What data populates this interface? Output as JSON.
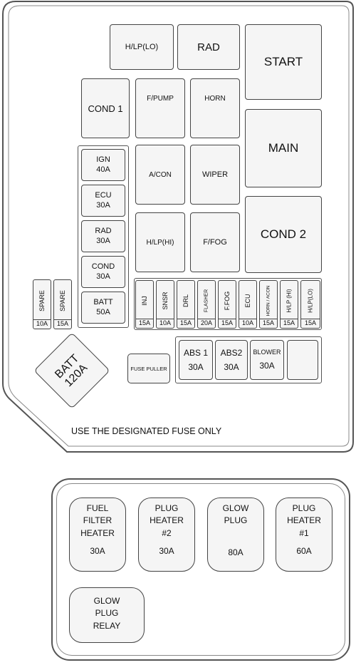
{
  "top_box": {
    "relays": {
      "hlp_lo": "H/LP(LO)",
      "rad": "RAD",
      "start": "START",
      "cond1": "COND 1",
      "fpump": "F/PUMP",
      "horn": "HORN",
      "main": "MAIN",
      "acon": "A/CON",
      "wiper": "WIPER",
      "cond2": "COND 2",
      "hlp_hi": "H/LP(HI)",
      "ffog": "F/FOG"
    },
    "cartridge_fuses": [
      {
        "name": "IGN",
        "amp": "40A"
      },
      {
        "name": "ECU",
        "amp": "30A"
      },
      {
        "name": "RAD",
        "amp": "30A"
      },
      {
        "name": "COND",
        "amp": "30A"
      },
      {
        "name": "BATT",
        "amp": "50A"
      }
    ],
    "spare_fuses": [
      {
        "name": "SPARE",
        "amp": "10A"
      },
      {
        "name": "SPARE",
        "amp": "15A"
      }
    ],
    "mini_fuses": [
      {
        "name": "INJ",
        "amp": "15A"
      },
      {
        "name": "SNSR",
        "amp": "10A"
      },
      {
        "name": "DRL",
        "amp": "15A"
      },
      {
        "name": "FLASHER",
        "amp": "20A"
      },
      {
        "name": "F.FOG",
        "amp": "15A"
      },
      {
        "name": "ECU",
        "amp": "10A"
      },
      {
        "name": "HORN / ACON",
        "amp": "15A"
      },
      {
        "name": "H/LP (HI)",
        "amp": "15A"
      },
      {
        "name": "H/LP(LO)",
        "amp": "15A"
      }
    ],
    "abs_fuses": [
      {
        "name": "ABS 1",
        "amp": "30A"
      },
      {
        "name": "ABS2",
        "amp": "30A"
      },
      {
        "name": "BLOWER",
        "amp": "30A"
      }
    ],
    "batt_main": {
      "name": "BATT",
      "amp": "120A"
    },
    "fuse_puller": "FUSE PULLER",
    "notice": "USE THE DESIGNATED FUSE ONLY"
  },
  "bottom_box": {
    "relays": [
      {
        "lines": [
          "FUEL",
          "FILTER",
          "HEATER"
        ],
        "amp": "30A"
      },
      {
        "lines": [
          "PLUG",
          "HEATER",
          "#2"
        ],
        "amp": "30A"
      },
      {
        "lines": [
          "GLOW",
          "PLUG"
        ],
        "amp": "80A"
      },
      {
        "lines": [
          "PLUG",
          "HEATER",
          "#1"
        ],
        "amp": "60A"
      }
    ],
    "glow_relay": {
      "lines": [
        "GLOW",
        "PLUG",
        "RELAY"
      ]
    }
  }
}
